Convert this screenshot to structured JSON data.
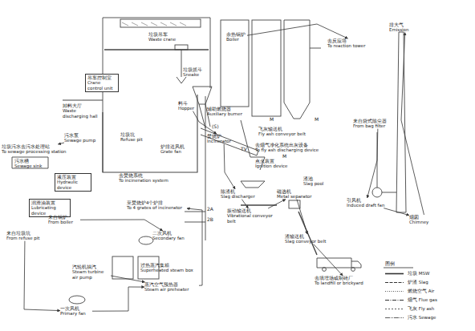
{
  "diagram": {
    "nodes": [
      {
        "text": [
          "吊车控制室",
          "Crane control unit"
        ]
      },
      {
        "text": [
          "垃圾吊车",
          "Waste crane"
        ]
      },
      {
        "text": [
          "垃圾抓斗",
          "Sneake"
        ]
      },
      {
        "text": [
          "卸料大厅",
          "Waste discharging hall"
        ]
      },
      {
        "text": [
          "料斗",
          "Hopper"
        ]
      },
      {
        "text": [
          "垃圾坑",
          "Refuse pit"
        ]
      },
      {
        "text": [
          "污水泵",
          "Sewage pump"
        ]
      },
      {
        "text": [
          "垃圾污水去污水处理站",
          "To sewage processing station"
        ]
      },
      {
        "text": [
          "污水槽",
          "Sewage sink"
        ]
      },
      {
        "text": [
          "液压装置",
          "Hydraulic device"
        ]
      },
      {
        "text": [
          "炉排送风机",
          "Grate fan"
        ]
      },
      {
        "text": [
          "去焚烧系统",
          "To incineration system"
        ]
      },
      {
        "text": [
          "润滑油装置",
          "Lubricating device"
        ]
      },
      {
        "text": [
          "至焚烧炉4个炉排",
          "To 4 grates of incinerator"
        ]
      },
      {
        "text": [
          "来自锅炉",
          "From boiler"
        ]
      },
      {
        "text": [
          "来自垃圾坑",
          "From refuse pit"
        ]
      },
      {
        "text": [
          "二次风机",
          "Secondary fan"
        ]
      },
      {
        "text": [
          "汽轮机抽汽",
          "Steam turbine air pump"
        ]
      },
      {
        "text": [
          "过热蒸汽集箱",
          "Superheated steam box"
        ]
      },
      {
        "text": [
          "蒸汽空气预热器",
          "Steam air preheater"
        ]
      },
      {
        "text": [
          "一次风机",
          "Primary fan"
        ]
      },
      {
        "text": [
          "余热锅炉",
          "Boiler"
        ]
      },
      {
        "text": [
          "辅助燃烧器",
          "Auxiliary burner"
        ]
      },
      {
        "text": [
          "焚烧炉",
          "Incinerator"
        ]
      },
      {
        "text": [
          "飞灰输送机",
          "Fly ash conveyor belt"
        ]
      },
      {
        "text": [
          "去烟气净化系统出灰设备",
          "To fly ash discharging device"
        ]
      },
      {
        "text": [
          "点火装置",
          "Ignition device"
        ]
      },
      {
        "text": [
          "去反应塔",
          "To reaction tower"
        ]
      },
      {
        "text": [
          "来自袋式除尘器",
          "From bag filter"
        ]
      },
      {
        "text": [
          "排大气",
          "Emission"
        ]
      },
      {
        "text": [
          "烟囱",
          "Chimney"
        ]
      },
      {
        "text": [
          "引风机",
          "Induced draft fan"
        ]
      },
      {
        "text": [
          "渣池",
          "Slag pool"
        ]
      },
      {
        "text": [
          "除渣机",
          "Slag discharger"
        ]
      },
      {
        "text": [
          "磁选机",
          "Metal separator"
        ]
      },
      {
        "text": [
          "振动输送机",
          "Vibrational conveyor belt"
        ]
      },
      {
        "text": [
          "渣输送机",
          "Slag conveyor belt"
        ]
      },
      {
        "text": [
          "去填埋场或制砖厂",
          "To landfill or brickyard"
        ]
      }
    ],
    "edges": [
      {
        "from": 4,
        "to": 23,
        "arrow": "to"
      },
      {
        "from": 23,
        "to": 33,
        "arrow": "to"
      },
      {
        "from": 33,
        "to": 35,
        "arrow": "to"
      },
      {
        "from": 35,
        "to": 34,
        "arrow": "to"
      },
      {
        "from": 34,
        "to": 36,
        "arrow": "to"
      },
      {
        "from": 36,
        "to": 37,
        "arrow": "to"
      },
      {
        "from": 6,
        "to": 7,
        "arrow": "to"
      },
      {
        "from": 15,
        "to": 20,
        "arrow": "to"
      },
      {
        "from": 20,
        "to": 19,
        "arrow": "to"
      },
      {
        "from": 17,
        "to": 19,
        "arrow": "to"
      },
      {
        "from": 14,
        "to": 16,
        "arrow": "to"
      },
      {
        "from": 21,
        "to": 27,
        "arrow": "to"
      },
      {
        "from": 28,
        "to": 31,
        "arrow": "to"
      },
      {
        "from": 31,
        "to": 30,
        "arrow": "to"
      },
      {
        "from": 30,
        "to": 29,
        "arrow": "to"
      },
      {
        "from": 19,
        "to": 13,
        "arrow": "to"
      }
    ],
    "labels": [
      "M",
      "M",
      "M",
      "TV",
      "(S)",
      "2A",
      "2B",
      "图例"
    ],
    "legend": [
      {
        "text": "垃圾 MSW"
      },
      {
        "text": "炉渣 Slag"
      },
      {
        "text": "燃烧空气 Air"
      },
      {
        "text": "烟气 Flue gas"
      },
      {
        "text": "飞灰 Fly ash"
      },
      {
        "text": "污水 Sewage"
      }
    ]
  }
}
